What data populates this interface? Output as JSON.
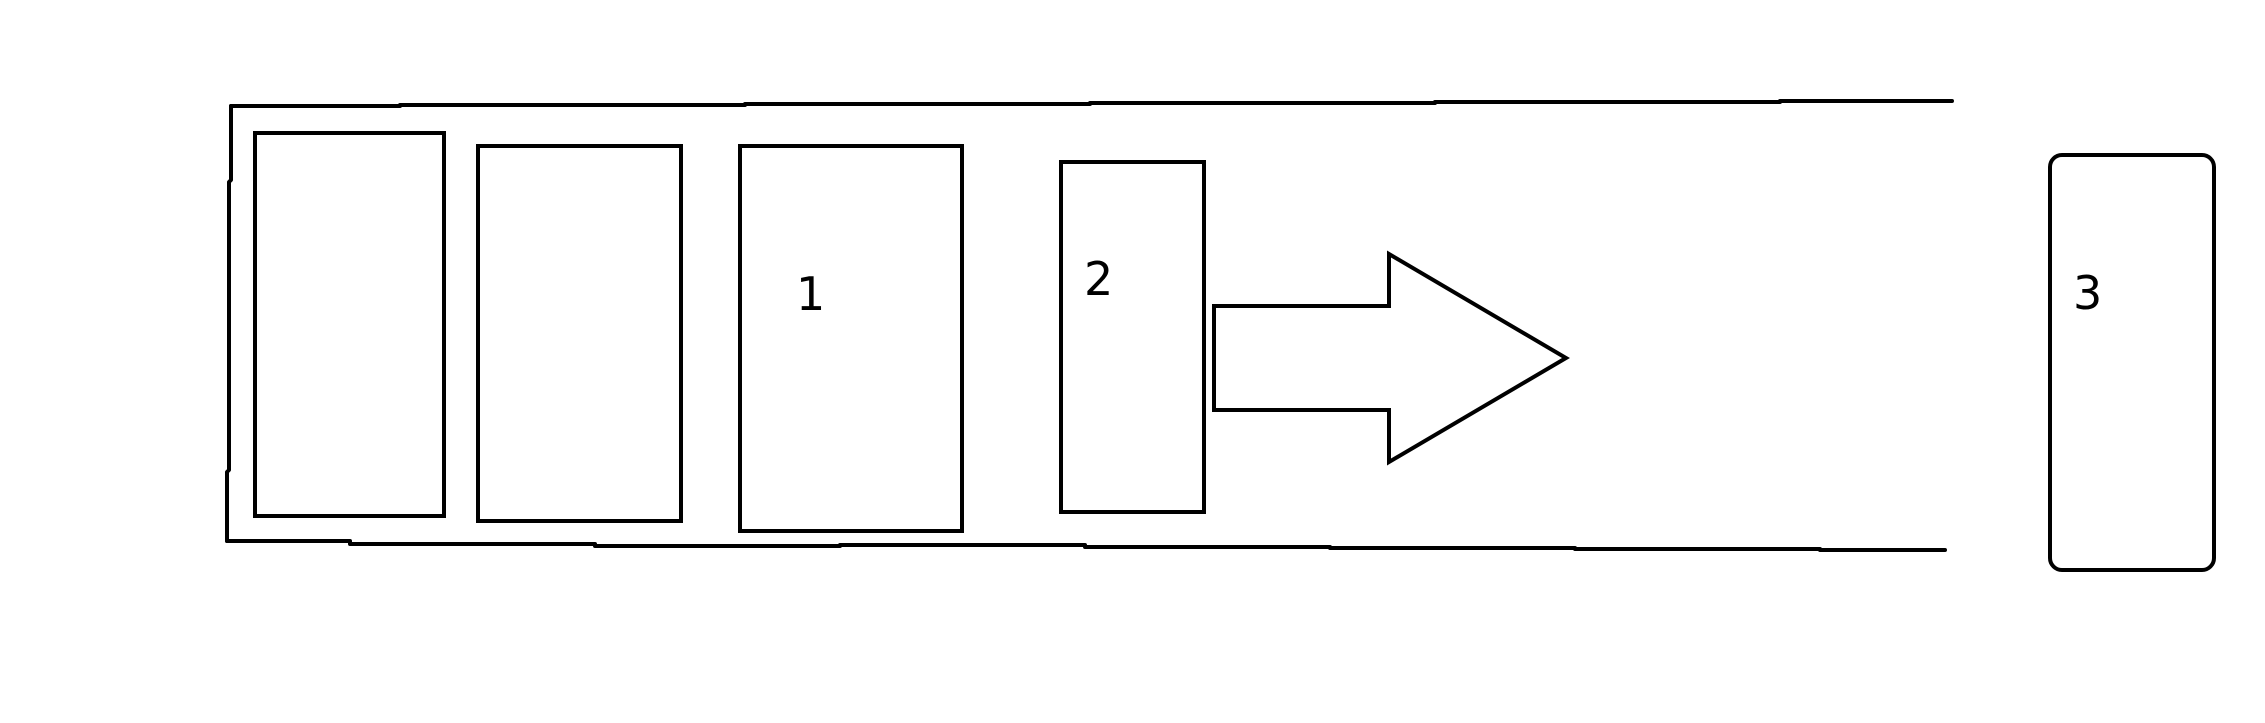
{
  "diagram": {
    "line_color": "#000000",
    "background_color": "#ffffff",
    "boxes": [
      {
        "label": ""
      },
      {
        "label": ""
      },
      {
        "label": "1"
      },
      {
        "label": "2"
      }
    ],
    "arrow": {
      "icon": "right-arrow-icon"
    },
    "outside_box": {
      "label": "3"
    }
  }
}
